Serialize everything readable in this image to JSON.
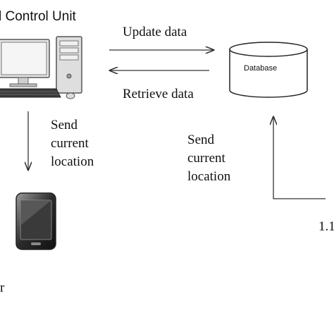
{
  "diagram": {
    "control_unit_label": "l Control Unit",
    "database_label": "Database",
    "update_label": "Update data",
    "retrieve_label": "Retrieve data",
    "send_left": [
      "Send",
      "current",
      "location"
    ],
    "send_right": [
      "Send",
      "current",
      "location"
    ],
    "bottom_left_fragment": "r",
    "bottom_right_fragment": "1.1"
  },
  "colors": {
    "line": "#333333",
    "text": "#111111",
    "monitor_body": "#d9d9d9",
    "screen": "#f2f2f2",
    "phone_screen": "#3a3a3a"
  },
  "icons": [
    "desktop-computer-icon",
    "database-cylinder-icon",
    "smartphone-icon"
  ]
}
